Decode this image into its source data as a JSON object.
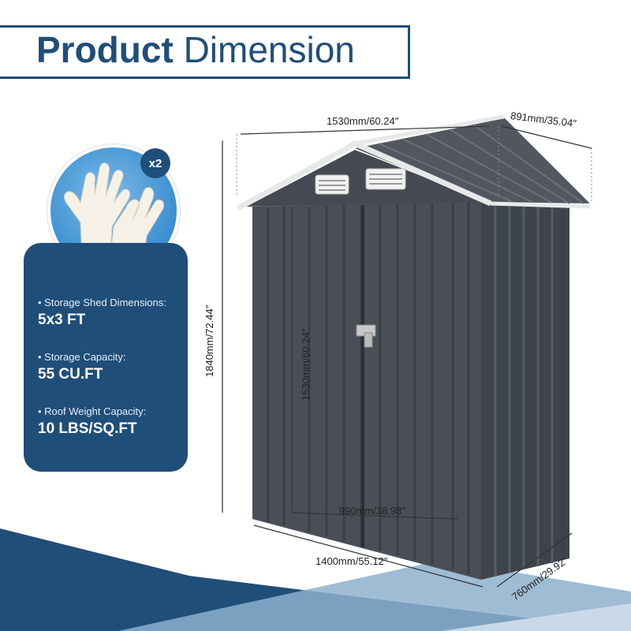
{
  "header": {
    "title_bold": "Product",
    "title_light": "Dimension"
  },
  "accessory": {
    "badge": "x2",
    "icon": "work-gloves"
  },
  "specs": [
    {
      "label": "Storage Shed Dimensions:",
      "value": "5x3 FT"
    },
    {
      "label": "Storage Capacity:",
      "value": "55 CU.FT"
    },
    {
      "label": "Roof Weight Capacity:",
      "value": "10 LBS/SQ.FT"
    }
  ],
  "dimensions": {
    "roof_width": "1530mm/60.24″",
    "roof_depth": "891mm/35.04″",
    "total_height": "1840mm/72.44″",
    "door_height": "1530mm/60.24″",
    "door_width": "990mm/38.98″",
    "base_width": "1400mm/55.12″",
    "base_depth": "760mm/29.92″"
  },
  "colors": {
    "brand": "#1f4e79",
    "shed": "#4a4f57",
    "band_light": "#7fa6c6"
  }
}
